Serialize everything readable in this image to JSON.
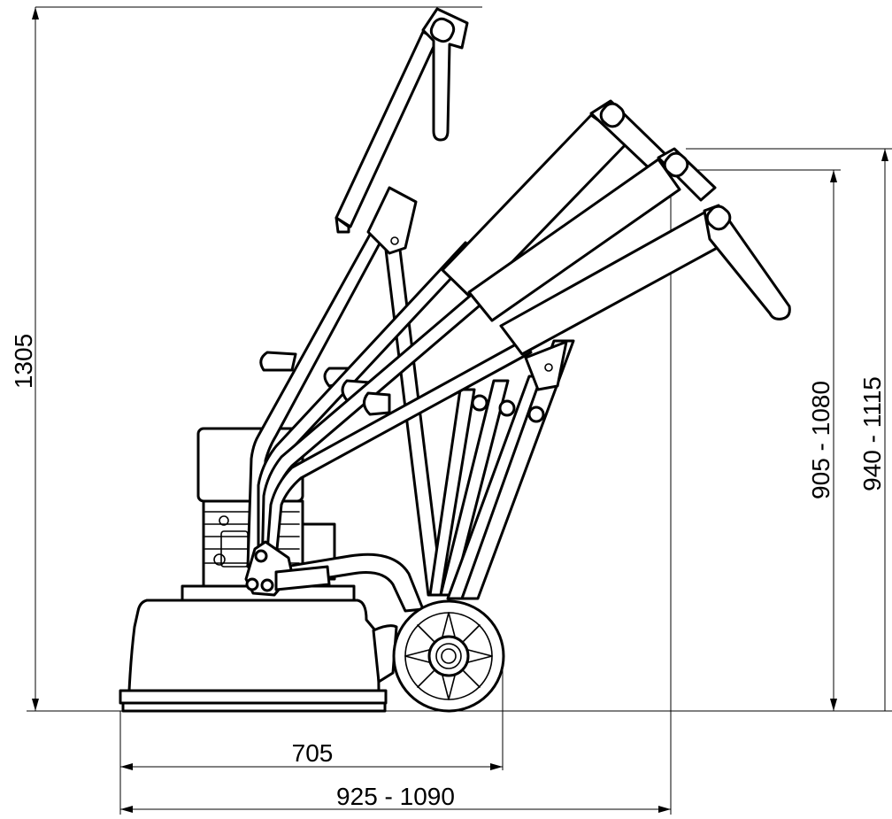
{
  "dimensions": {
    "total_height": "1305",
    "base_length": "705",
    "overall_length": "925 - 1090",
    "handle_height_low": "905 - 1080",
    "handle_height_high": "940 - 1115"
  },
  "colors": {
    "line": "#000000",
    "fill": "#ffffff"
  }
}
